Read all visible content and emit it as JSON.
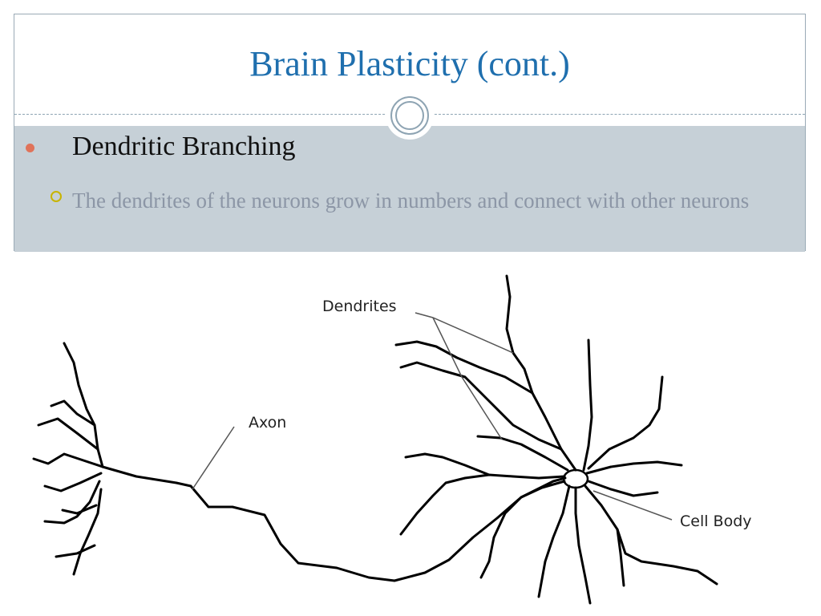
{
  "slide": {
    "title": "Brain Plasticity (cont.)",
    "bullet": "Dendritic Branching",
    "sub_bullet": "The dendrites of the neurons grow in numbers and connect with other neurons"
  },
  "figure": {
    "labels": {
      "dendrites": "Dendrites",
      "axon": "Axon",
      "cell_body": "Cell Body"
    }
  }
}
